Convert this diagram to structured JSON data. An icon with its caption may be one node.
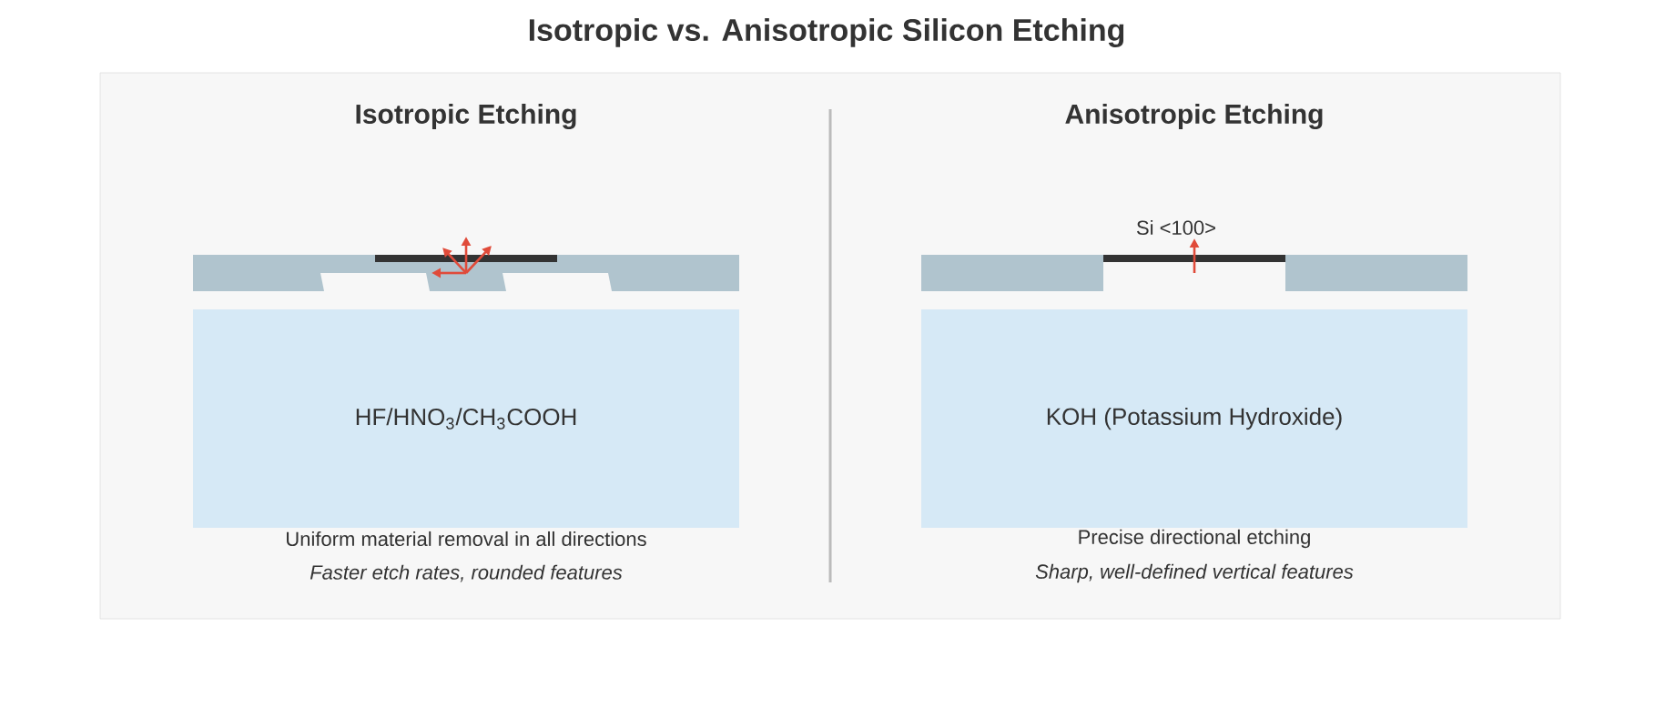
{
  "diagram": {
    "title": "Isotropic vs. Anisotropic Silicon Etching",
    "nodes": [
      {
        "text": [
          "HF/HNO$_{3}$/CH$_{3}$COOH"
        ]
      },
      {
        "text": [
          "KOH (Potassium Hydroxide)"
        ]
      }
    ],
    "labels": [
      "Isotropic Etching",
      "Anisotropic Etching",
      "Si <100>",
      "Uniform material removal in all directions",
      "Precise directional etching",
      "Faster etch rates, rounded features",
      "Sharp, well-defined vertical features"
    ]
  }
}
